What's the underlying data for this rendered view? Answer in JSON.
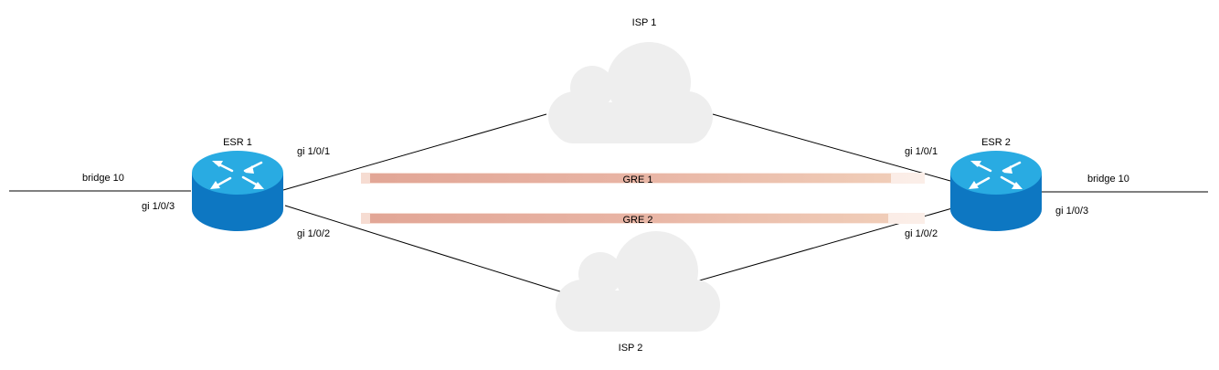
{
  "labels": {
    "isp1": "ISP 1",
    "isp2": "ISP 2",
    "esr1": "ESR 1",
    "esr2": "ESR 2",
    "esr1_gi101": "gi 1/0/1",
    "esr1_gi102": "gi 1/0/2",
    "esr1_gi103": "gi 1/0/3",
    "esr2_gi101": "gi 1/0/1",
    "esr2_gi102": "gi 1/0/2",
    "esr2_gi103": "gi 1/0/3",
    "bridge_left": "bridge 10",
    "bridge_right": "bridge 10",
    "gre1": "GRE 1",
    "gre2": "GRE 2"
  },
  "colors": {
    "cloud": "#eeeeee",
    "router_top": "#29abe2",
    "router_side": "#0d77c2",
    "tunnel_start": "#e0a090",
    "tunnel_end": "#f0cdb8",
    "line": "#000000"
  },
  "icons": {
    "router": "router-icon",
    "cloud": "cloud-icon"
  }
}
